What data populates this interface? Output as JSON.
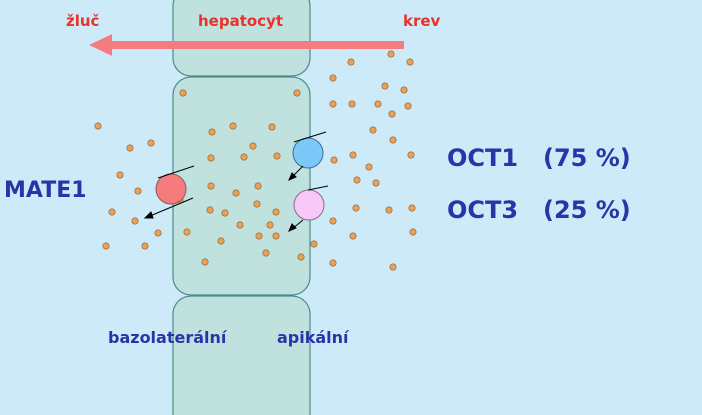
{
  "labels": {
    "bile": "žluč",
    "hepatocyte": "hepatocyt",
    "blood": "krev",
    "mate1": "MATE1",
    "oct1_name": "OCT1",
    "oct1_share": "(75 %)",
    "oct3_name": "OCT3",
    "oct3_share": "(25 %)",
    "basolateral": "bazolaterální",
    "apical": "apikální"
  },
  "colors": {
    "background": "#cdeaf8",
    "cell": "#bfe2df",
    "cell_border": "#4f8a8a",
    "flow_arrow": "#f47c80",
    "red_text": "#e8332a",
    "blue_text": "#2a34a8",
    "mate1_transporter": "#f47c7c",
    "oct1_transporter": "#7cc8f8",
    "oct3_transporter": "#f8c8f8",
    "dot": "#e8a15a"
  }
}
